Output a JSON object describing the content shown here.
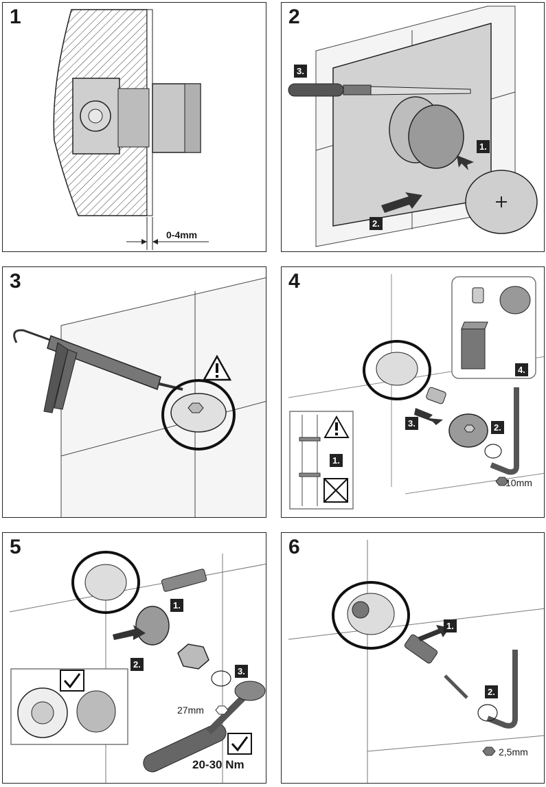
{
  "panels": [
    {
      "number": "1",
      "measure": "0-4mm"
    },
    {
      "number": "2",
      "steps": [
        "1.",
        "2.",
        "3."
      ]
    },
    {
      "number": "3"
    },
    {
      "number": "4",
      "steps": [
        "1.",
        "2.",
        "3.",
        "4."
      ],
      "tool_size": "10mm"
    },
    {
      "number": "5",
      "steps": [
        "1.",
        "2.",
        "3."
      ],
      "tool_size": "27mm",
      "torque": "20-30 Nm"
    },
    {
      "number": "6",
      "steps": [
        "1.",
        "2."
      ],
      "tool_size": "2,5mm"
    }
  ],
  "icons": [
    "warning-icon",
    "check-icon",
    "hex-icon",
    "rotate-icon",
    "arrow-icon",
    "no-cut-icon"
  ],
  "colors": {
    "line": "#222222",
    "wall": "#d4d4d4",
    "part": "#8a8a8a",
    "step_badge": "#222222"
  }
}
